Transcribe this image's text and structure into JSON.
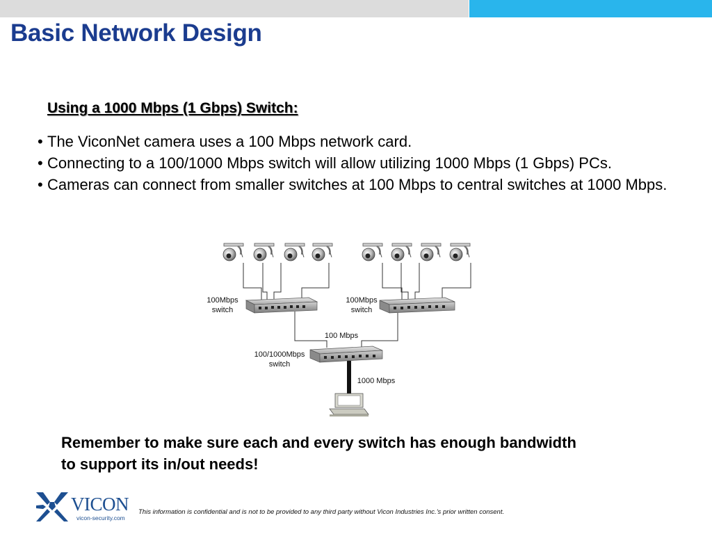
{
  "title": "Basic Network Design",
  "subtitle": "Using a 1000 Mbps (1 Gbps) Switch:",
  "bullets": [
    "The ViconNet camera uses a 100 Mbps network card.",
    "Connecting to a 100/1000 Mbps switch will allow utilizing 1000 Mbps (1 Gbps) PCs.",
    "Cameras can connect from smaller switches at 100 Mbps to central switches at 1000 Mbps."
  ],
  "bullet_symbol": "•",
  "diagram": {
    "left_switch_line1": "100Mbps",
    "left_switch_line2": "switch",
    "right_switch_line1": "100Mbps",
    "right_switch_line2": "switch",
    "uplink_label": "100 Mbps",
    "central_switch_line1": "100/1000Mbps",
    "central_switch_line2": "switch",
    "pc_link_label": "1000 Mbps"
  },
  "reminder": "Remember to make sure each and every switch has enough bandwidth to support its in/out needs!",
  "logo": {
    "brand": "VICON",
    "website": "vicon-security.com"
  },
  "footer_note": "This information is confidential and is not to be provided to any third party without Vicon Industries Inc.’s  prior written consent.",
  "colors": {
    "title": "#1b3c8f",
    "top_bar_gray": "#dcdcdc",
    "top_bar_blue": "#29b5ec",
    "logo_blue": "#1d4f91"
  }
}
